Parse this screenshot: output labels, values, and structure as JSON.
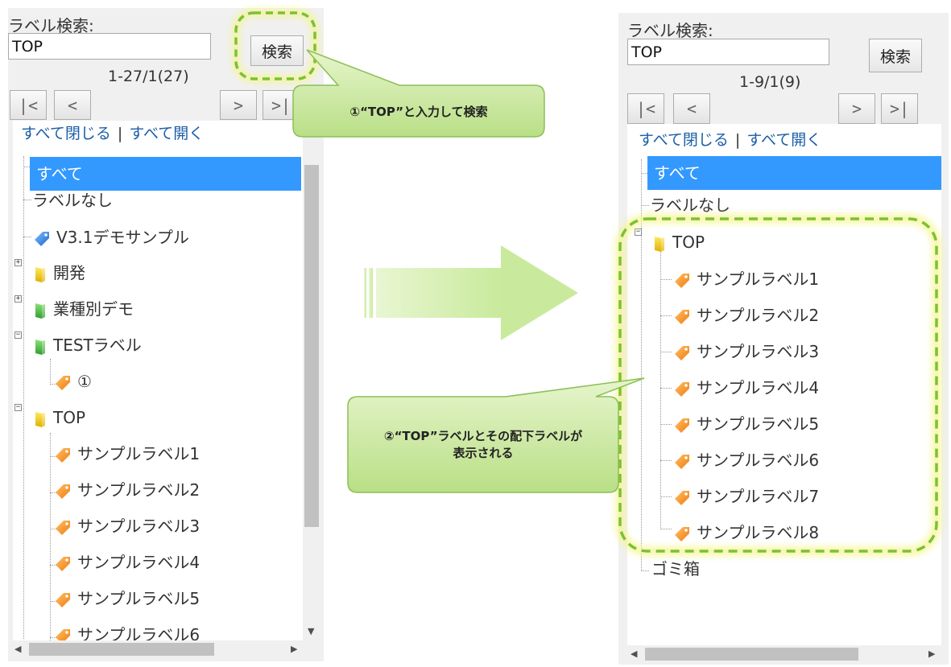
{
  "left_panel": {
    "search_label": "ラベル検索:",
    "search_value": "TOP",
    "search_button": "検索",
    "count": "1-27/1(27)",
    "nav": {
      "first": "|<",
      "prev": "<",
      "next": ">",
      "last": ">|"
    },
    "collapse_all": "すべて閉じる",
    "separator": "|",
    "expand_all": "すべて開く",
    "tree": {
      "all": "すべて",
      "no_label": "ラベルなし",
      "v31": "V3.1デモサンプル",
      "dev": "開発",
      "industry": "業種別デモ",
      "test": "TESTラベル",
      "test_child": "①",
      "top": "TOP",
      "l1": "サンプルラベル1",
      "l2": "サンプルラベル2",
      "l3": "サンプルラベル3",
      "l4": "サンプルラベル4",
      "l5": "サンプルラベル5",
      "l6": "サンプルラベル6"
    }
  },
  "right_panel": {
    "search_label": "ラベル検索:",
    "search_value": "TOP",
    "search_button": "検索",
    "count": "1-9/1(9)",
    "nav": {
      "first": "|<",
      "prev": "<",
      "next": ">",
      "last": ">|"
    },
    "collapse_all": "すべて閉じる",
    "separator": "|",
    "expand_all": "すべて開く",
    "tree": {
      "all": "すべて",
      "no_label": "ラベルなし",
      "top": "TOP",
      "l1": "サンプルラベル1",
      "l2": "サンプルラベル2",
      "l3": "サンプルラベル3",
      "l4": "サンプルラベル4",
      "l5": "サンプルラベル5",
      "l6": "サンプルラベル6",
      "l7": "サンプルラベル7",
      "l8": "サンプルラベル8",
      "trash": "ゴミ箱"
    }
  },
  "callouts": {
    "step1": "①“TOP”と入力して検索",
    "step2_line1": "②“TOP”ラベルとその配下ラベルが",
    "step2_line2": "表示される"
  },
  "colors": {
    "selected": "#3399ff",
    "link": "#1a5ea8",
    "callout_green": "#c8e89a",
    "highlight_dash": "#7cc230",
    "arrow_green": "#d4eeb0"
  },
  "icons": {
    "tag_blue": "tag-blue-icon",
    "tag_orange": "tag-orange-icon",
    "folder_yellow": "folder-yellow-icon",
    "folder_green": "folder-green-icon"
  }
}
